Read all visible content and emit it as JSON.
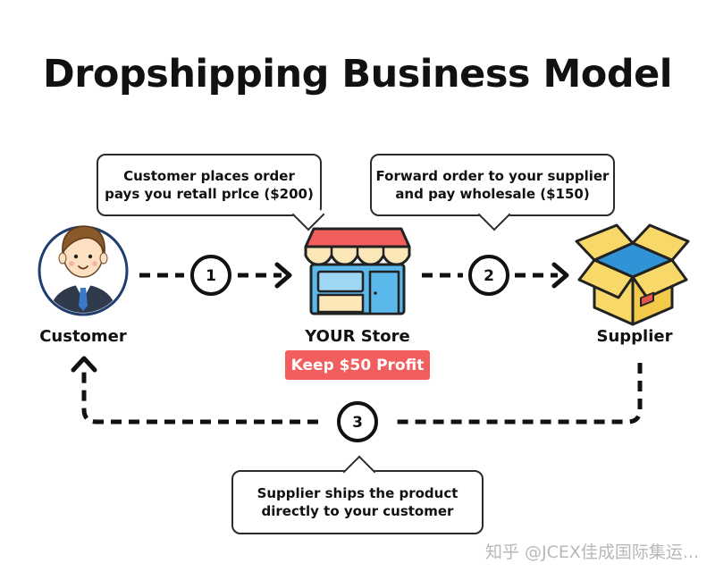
{
  "title": "Dropshipping Business Model",
  "nodes": {
    "customer": "Customer",
    "store": "YOUR Store",
    "supplier": "Supplier"
  },
  "steps": [
    {
      "number": "1",
      "line1": "Customer places order",
      "line2": "pays you retall prlce ($200)"
    },
    {
      "number": "2",
      "line1": "Forward order to your supplier",
      "line2": "and pay wholesale ($150)"
    },
    {
      "number": "3",
      "line1": "Supplier ships the product",
      "line2": "directly to your customer"
    }
  ],
  "profit_badge": "Keep $50 Profit",
  "watermark": "知乎 @JCEX佳成国际集运...",
  "colors": {
    "profit_badge": "#f25d5d",
    "awning_red": "#f25d5d",
    "awning_cream": "#fbe7b8",
    "store_blue": "#5bb8ea",
    "box_yellow": "#f9d86a",
    "box_blue": "#2f93d6",
    "suit": "#2f3a4c",
    "tie": "#3a78c9",
    "outline": "#222222"
  }
}
